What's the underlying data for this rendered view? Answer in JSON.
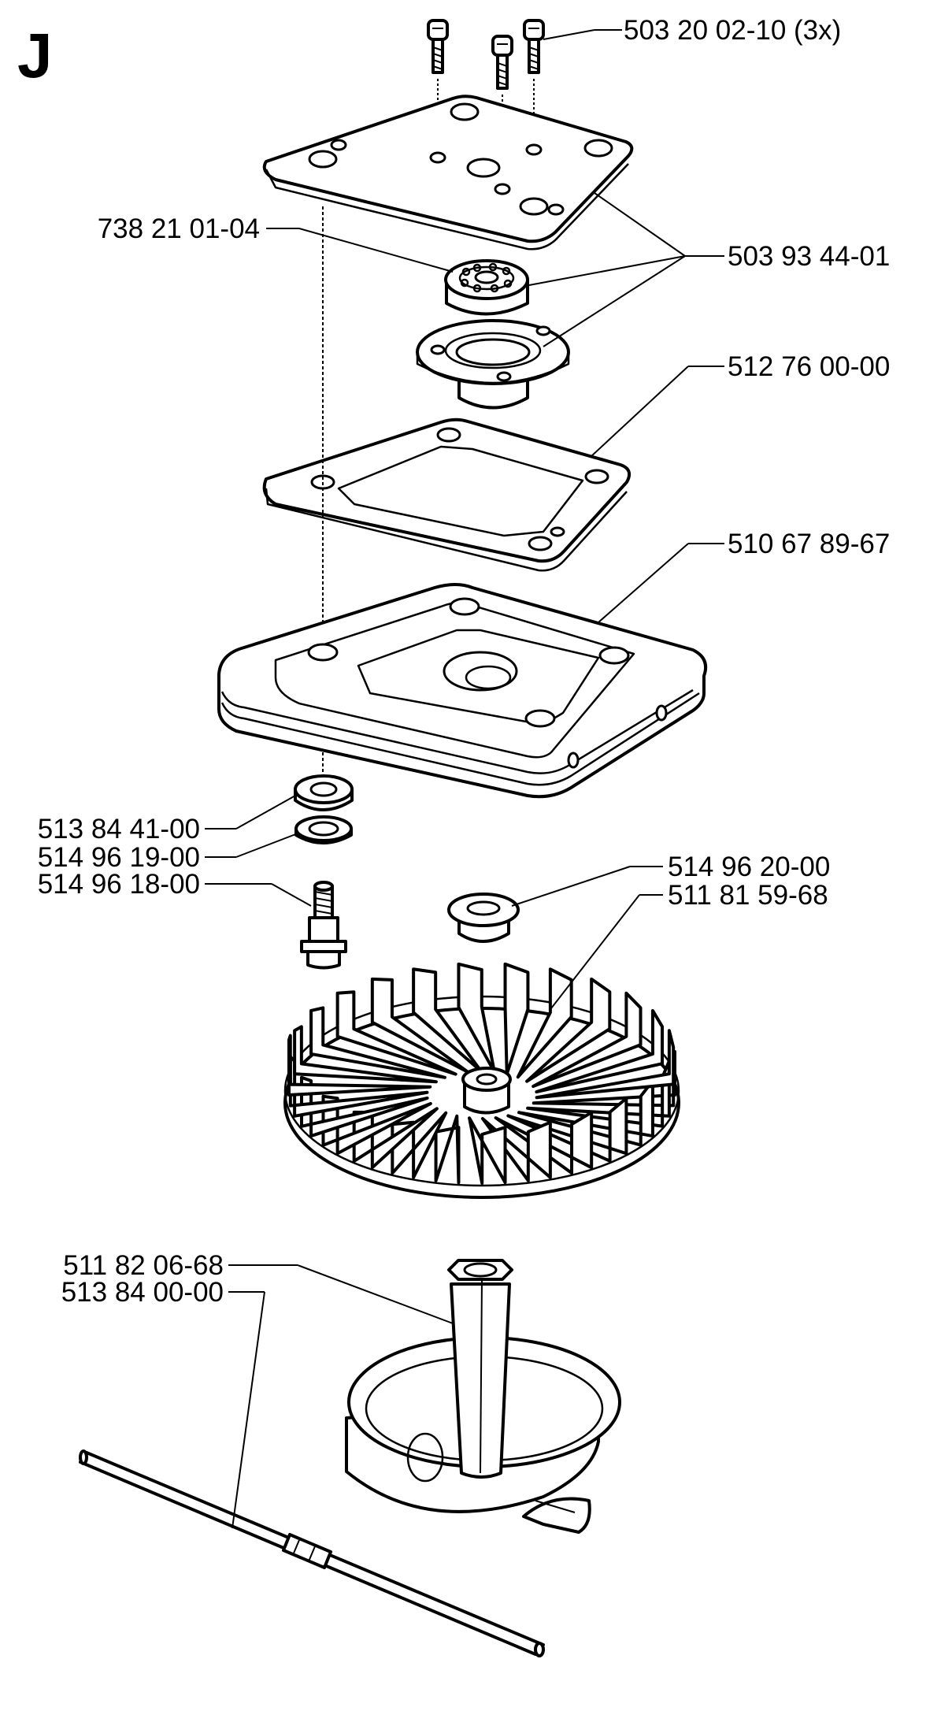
{
  "section_letter": "J",
  "parts": [
    {
      "id": "screw",
      "number": "503 20 02-10 (3x)"
    },
    {
      "id": "bearing",
      "number": "738 21 01-04"
    },
    {
      "id": "bearing-kit",
      "number": "503 93 44-01"
    },
    {
      "id": "gasket",
      "number": "512 76 00-00"
    },
    {
      "id": "housing",
      "number": "510 67 89-67"
    },
    {
      "id": "spacer",
      "number": "513 84 41-00"
    },
    {
      "id": "washer",
      "number": "514 96 19-00"
    },
    {
      "id": "pin",
      "number": "514 96 18-00"
    },
    {
      "id": "bushing",
      "number": "514 96 20-00"
    },
    {
      "id": "fan",
      "number": "511 81 59-68"
    },
    {
      "id": "drive-shaft-hub",
      "number": "511 82 06-68"
    },
    {
      "id": "drive-cable",
      "number": "513 84 00-00"
    }
  ]
}
